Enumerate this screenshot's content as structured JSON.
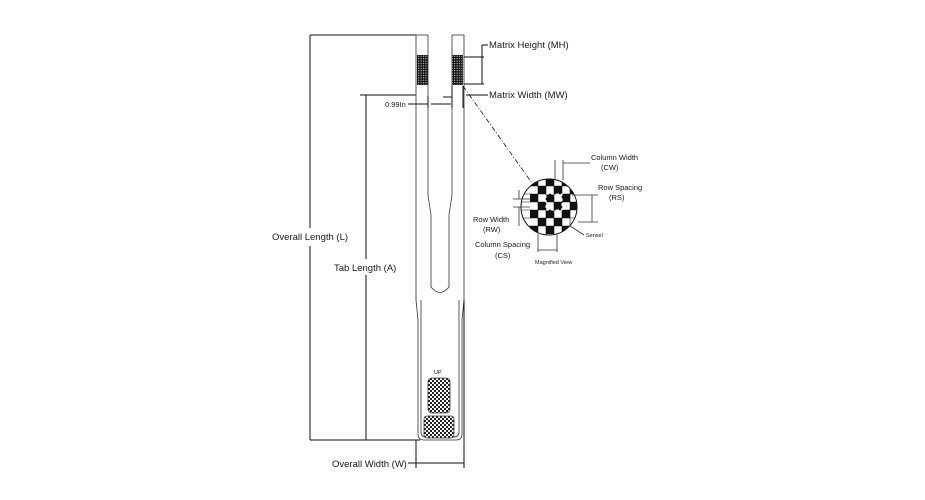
{
  "labels": {
    "overall_length": "Overall Length (L)",
    "tab_length": "Tab Length (A)",
    "overall_width": "Overall Width (W)",
    "matrix_height": "Matrix Height (MH)",
    "matrix_width": "Matrix Width (MW)",
    "gap": "0.99In",
    "column_width": "Column Width",
    "column_width_abbr": "(CW)",
    "row_spacing": "Row Spacing",
    "row_spacing_abbr": "(RS)",
    "row_width": "Row Width",
    "row_width_abbr": "(RW)",
    "column_spacing": "Column Spacing",
    "column_spacing_abbr": "(CS)",
    "sensel": "Sensel",
    "magnified_view": "Magnified View",
    "up": "UP"
  }
}
